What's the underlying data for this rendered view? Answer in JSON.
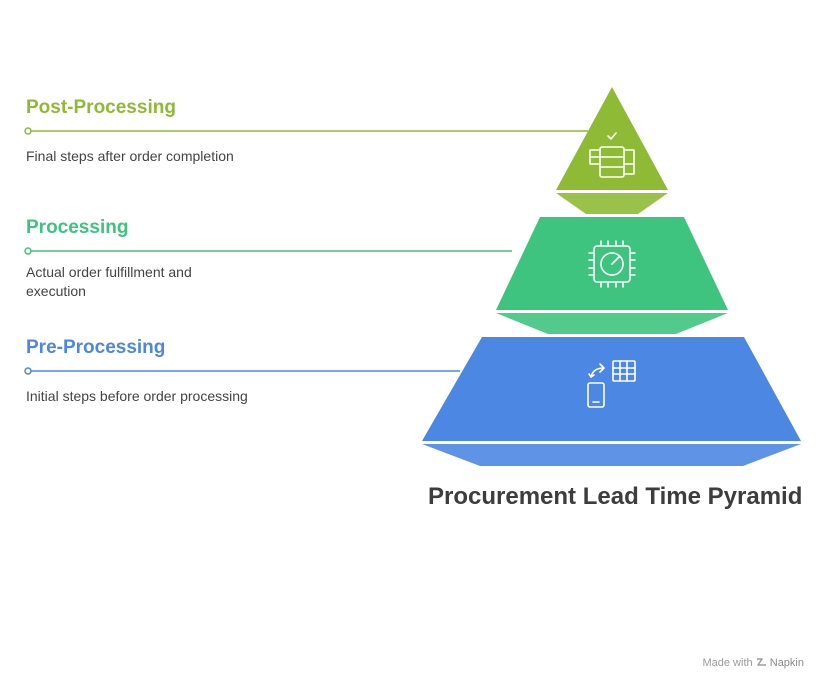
{
  "title": "Procurement Lead Time Pyramid",
  "stages": [
    {
      "title": "Post-Processing",
      "description": "Final steps after order completion",
      "color": "#8fba35",
      "icon": "checklist-icon"
    },
    {
      "title": "Processing",
      "description": "Actual order fulfillment and execution",
      "color": "#3ec47e",
      "icon": "chip-icon"
    },
    {
      "title": "Pre-Processing",
      "description": "Initial steps before order processing",
      "color": "#4c87e3",
      "icon": "device-table-transfer-icon"
    }
  ],
  "footer": {
    "made_with": "Made with",
    "brand": "Napkin"
  }
}
